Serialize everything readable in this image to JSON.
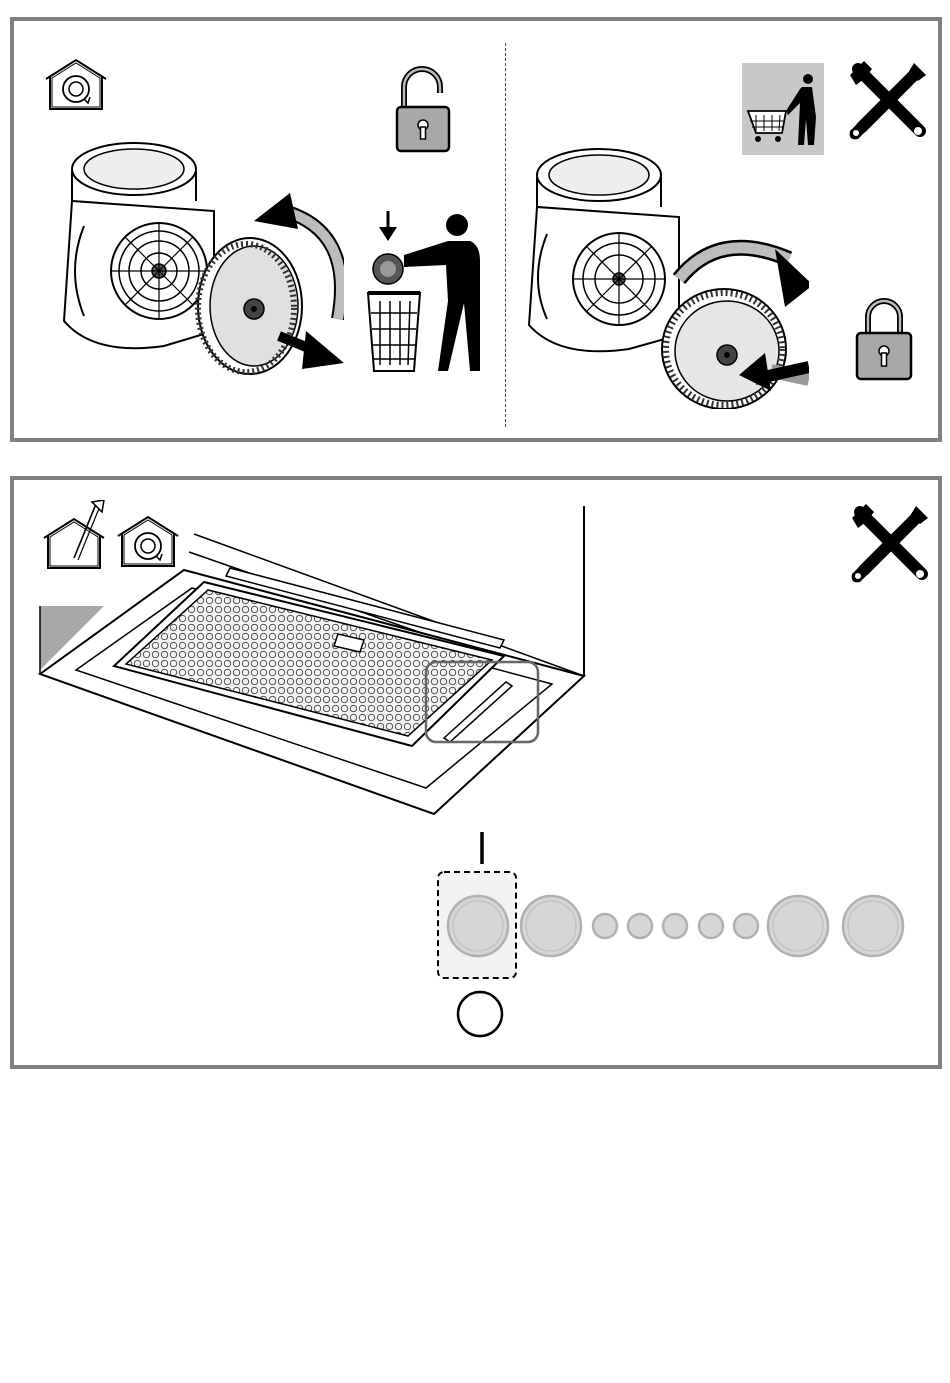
{
  "page": {
    "background": "#ffffff",
    "frame_color": "#808080"
  },
  "top_panel": {
    "left_step": {
      "icons": [
        "recirculation-house-icon",
        "unlock-padlock-icon",
        "dispose-bin-icon"
      ],
      "action": "remove-carbon-filter"
    },
    "right_step": {
      "icons": [
        "buy-shopping-cart-icon",
        "tools-icon",
        "lock-padlock-icon"
      ],
      "action": "fit-new-carbon-filter"
    }
  },
  "bottom_panel": {
    "icons": [
      "ducted-house-icon",
      "recirculation-house-icon",
      "tools-icon"
    ],
    "control_panel": {
      "on_mark": "I",
      "off_mark": "O",
      "highlighted_button_index": 0,
      "button_sizes": [
        "large",
        "large",
        "small",
        "small",
        "small",
        "small",
        "small",
        "large",
        "large"
      ],
      "button_fill": "#d6d6d6"
    }
  }
}
